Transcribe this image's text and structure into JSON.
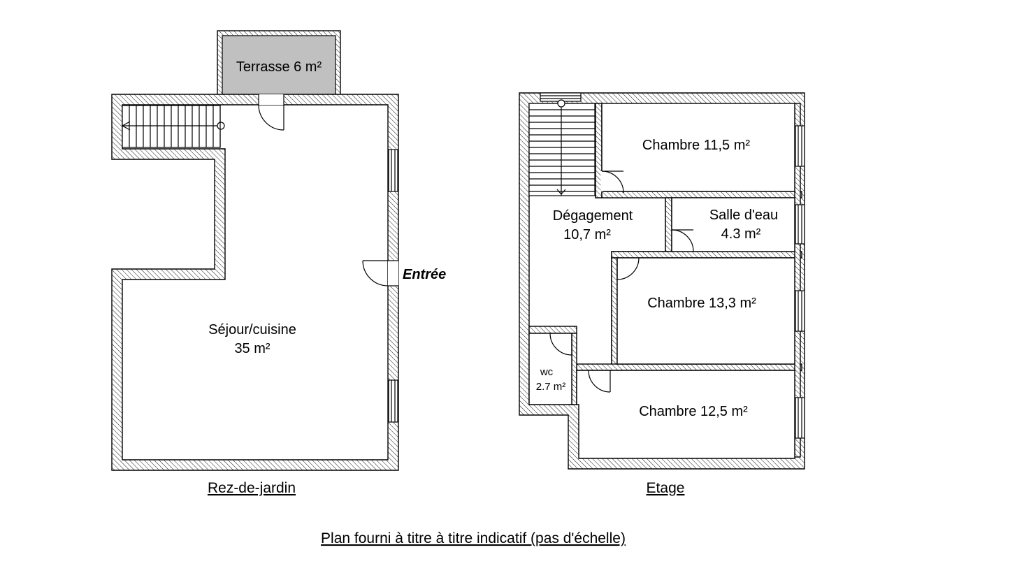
{
  "ground_floor": {
    "caption": "Rez-de-jardin",
    "entrance_label": "Entrée",
    "rooms": [
      {
        "name": "Terrasse 6 m²"
      },
      {
        "name": "Séjour/cuisine",
        "area": "35 m²"
      }
    ]
  },
  "upper_floor": {
    "caption": "Etage",
    "rooms": [
      {
        "name": "Chambre 11,5 m²"
      },
      {
        "name": "Dégagement",
        "area": "10,7 m²"
      },
      {
        "name": "Salle d'eau",
        "area": "4.3 m²"
      },
      {
        "name": "Chambre 13,3 m²"
      },
      {
        "name": "wc",
        "area": "2.7 m²"
      },
      {
        "name": "Chambre 12,5 m²"
      }
    ]
  },
  "disclaimer": "Plan fourni à titre à titre indicatif (pas d'échelle)",
  "colors": {
    "wall_hatch": "#000000",
    "terrace_fill": "#c0c0c0",
    "background": "#ffffff"
  }
}
